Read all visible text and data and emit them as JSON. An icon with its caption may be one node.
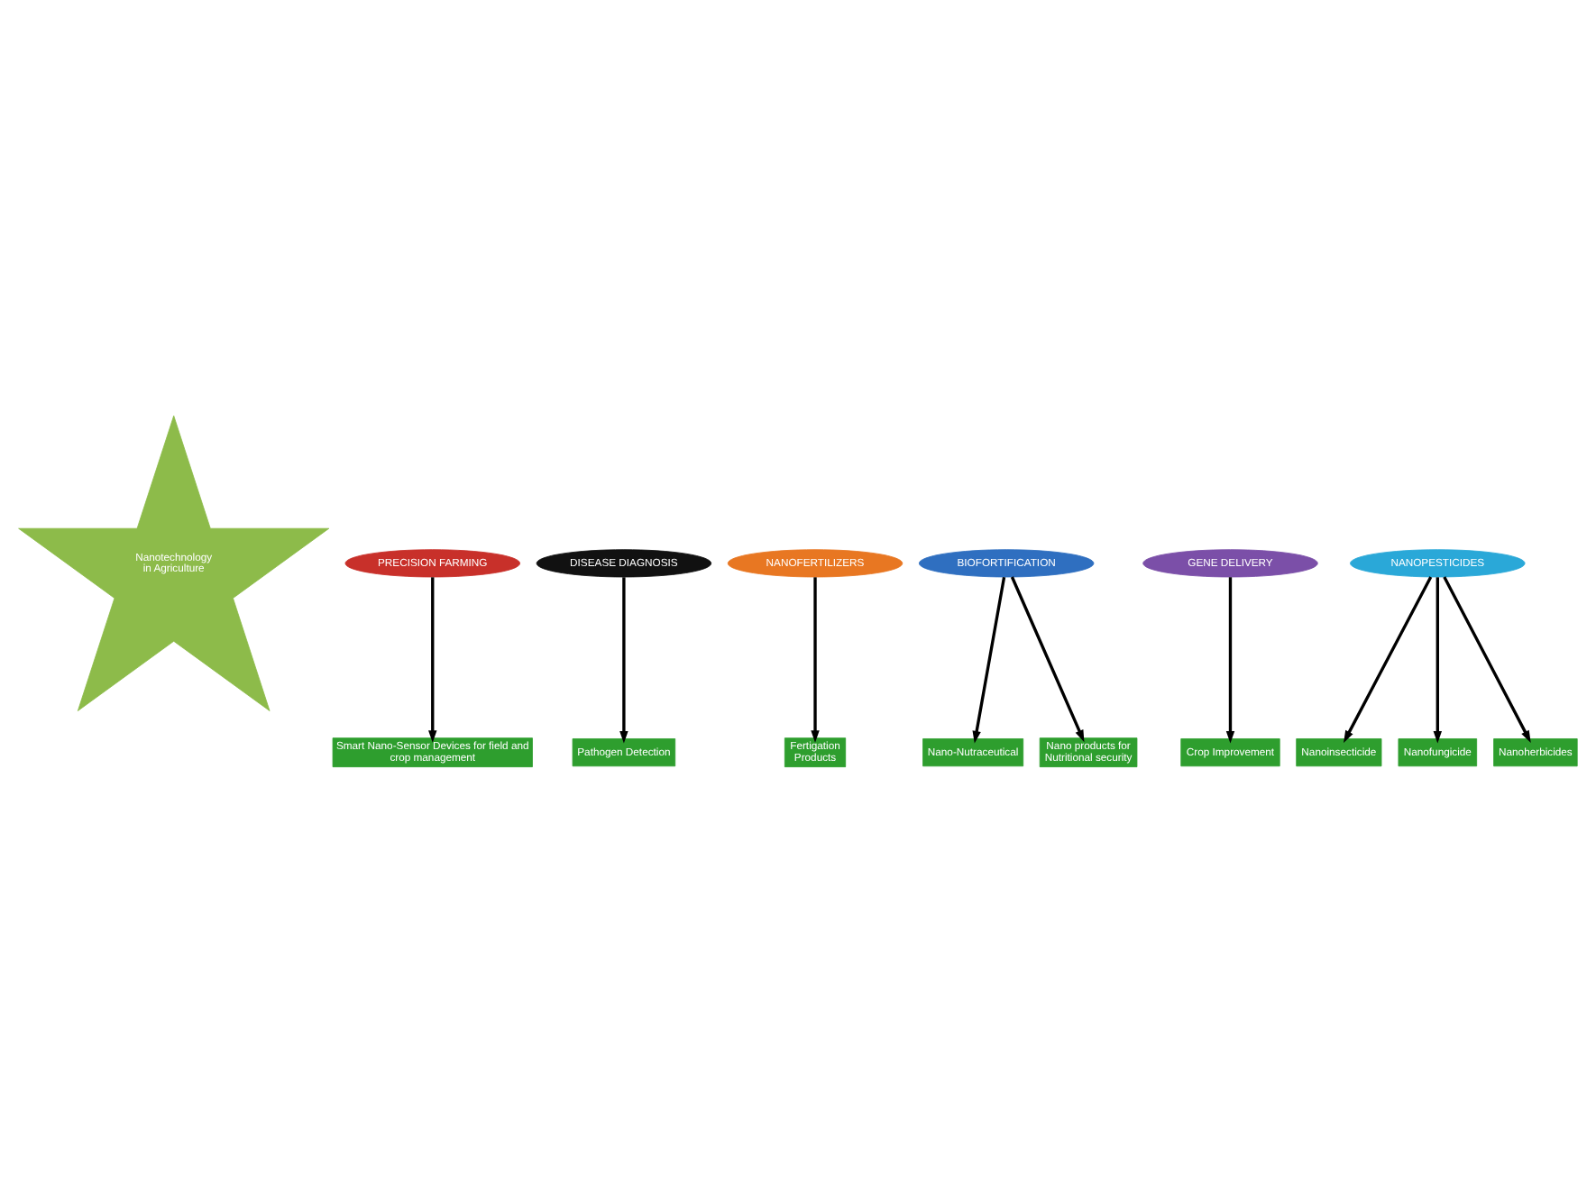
{
  "diagram": {
    "nodes": [
      {
        "text": [
          "Nanotechnology in Agriculture"
        ]
      },
      {
        "text": [
          "PRECISION FARMING"
        ]
      },
      {
        "text": [
          "Smart Nano-Sensor Devices for field and crop management"
        ]
      },
      {
        "text": [
          "DISEASE DIAGNOSIS"
        ]
      },
      {
        "text": [
          "Pathogen Detection"
        ]
      },
      {
        "text": [
          "NANOFERTILIZERS"
        ]
      },
      {
        "text": [
          "Fertigation Products"
        ]
      },
      {
        "text": [
          "BIOFORTIFICATION"
        ]
      },
      {
        "text": [
          "Nano-Nutraceutical"
        ]
      },
      {
        "text": [
          "Nano products for Nutritional security"
        ]
      },
      {
        "text": [
          "GENE DELIVERY"
        ]
      },
      {
        "text": [
          "Crop Improvement"
        ]
      },
      {
        "text": [
          "NANOPESTICIDES"
        ]
      },
      {
        "text": [
          "Nanoinsecticide"
        ]
      },
      {
        "text": [
          "Nanofungicide"
        ]
      },
      {
        "text": [
          "Nanoherbicides"
        ]
      }
    ],
    "edges": [
      {
        "from": 1,
        "to": 2,
        "arrow": "to"
      },
      {
        "from": 3,
        "to": 4,
        "arrow": "to"
      },
      {
        "from": 5,
        "to": 6,
        "arrow": "to"
      },
      {
        "from": 7,
        "to": 8,
        "arrow": "to"
      },
      {
        "from": 7,
        "to": 9,
        "arrow": "to"
      },
      {
        "from": 10,
        "to": 11,
        "arrow": "to"
      },
      {
        "from": 12,
        "to": 13,
        "arrow": "to"
      },
      {
        "from": 12,
        "to": 14,
        "arrow": "to"
      },
      {
        "from": 12,
        "to": 15,
        "arrow": "to"
      }
    ]
  }
}
